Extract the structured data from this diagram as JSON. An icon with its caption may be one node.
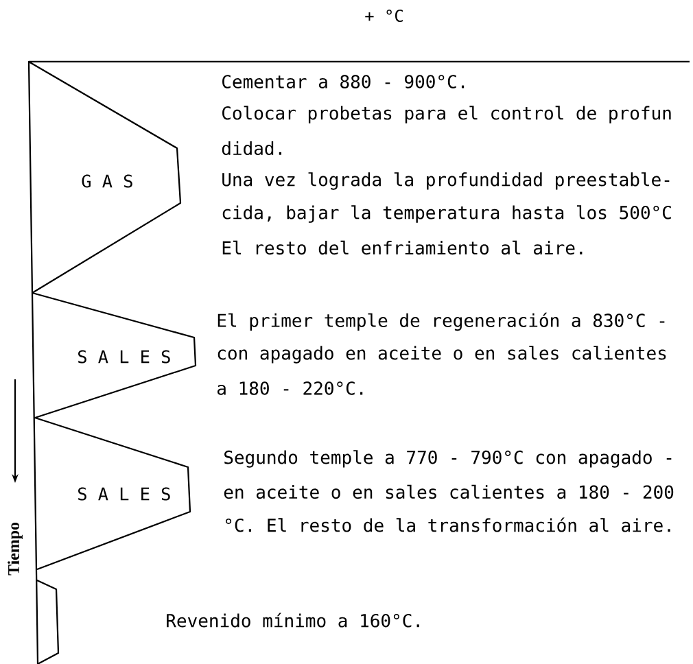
{
  "diagram": {
    "labels": [
      "+ °C",
      "Cementar a 880 - 900°C.",
      "Colocar probetas para el control de profun",
      "didad.",
      "G A S",
      "Una vez lograda la profundidad preestable-",
      "cida, bajar la temperatura hasta los 500°C",
      "El resto del enfriamiento al aire.",
      "El primer temple de regeneración a 830°C -",
      "S A L E S",
      "con apagado en aceite o en sales calientes",
      "a 180 - 220°C.",
      "Segundo temple a 770 - 790°C con apagado -",
      "S A L E S",
      "en aceite o en sales calientes a 180 - 200",
      "Tiempo",
      "°C. El resto de la transformación al aire.",
      "Revenido mínimo a 160°C."
    ]
  }
}
